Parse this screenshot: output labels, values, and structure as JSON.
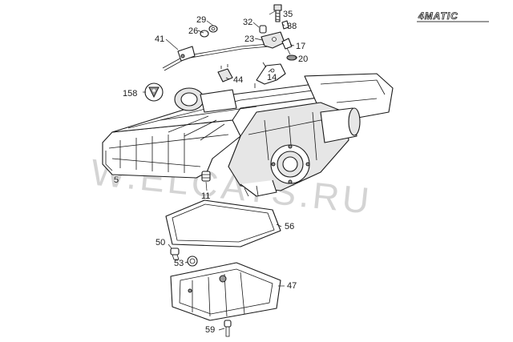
{
  "badge": "4MATIC",
  "watermark": "W.ELCATS.RU",
  "callouts": {
    "c5": "5",
    "c11": "11",
    "c14": "14",
    "c17": "17",
    "c20": "20",
    "c23": "23",
    "c26": "26",
    "c29": "29",
    "c32": "32",
    "c35": "35",
    "c38": "38",
    "c41": "41",
    "c44": "44",
    "c47": "47",
    "c50": "50",
    "c53": "53",
    "c56": "56",
    "c59": "59",
    "c158": "158"
  }
}
